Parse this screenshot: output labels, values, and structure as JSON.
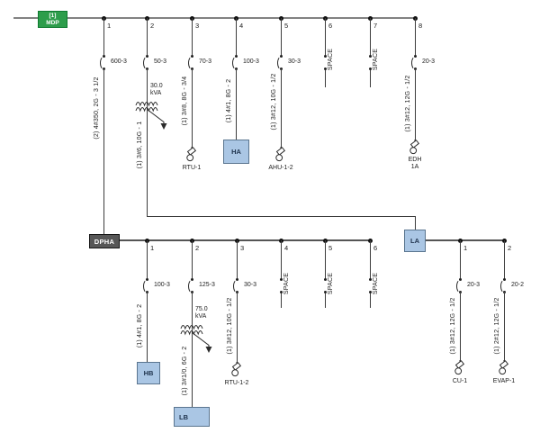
{
  "colors": {
    "mdp_green": "#2d9d4b",
    "mdp_border": "#0d7a2f",
    "panel_blue": "#aac6e4",
    "panel_border": "#5a758f",
    "panel_text": "#20344e",
    "dpha_gray": "#575757",
    "line": "#3c3c3c",
    "bus_gray": "#828282"
  },
  "mdp": {
    "tag": "[1]",
    "name": "MDP"
  },
  "dpha": {
    "name": "DPHA"
  },
  "la": {
    "name": "LA"
  },
  "top_feeders": [
    {
      "num": "1",
      "breaker": "600-3",
      "wire": "(2) 4#350, 2G - 3 1/2"
    },
    {
      "num": "2",
      "breaker": "50-3",
      "wire": "(1) 3#6, 10G - 1",
      "kva": "30.0\nkVA"
    },
    {
      "num": "3",
      "breaker": "70-3",
      "wire": "(1) 3#8, 8G - 3/4",
      "load": "RTU-1"
    },
    {
      "num": "4",
      "breaker": "100-3",
      "wire": "(1) 4#1, 8G - 2",
      "load": "HA"
    },
    {
      "num": "5",
      "breaker": "30-3",
      "wire": "(1) 3#12, 10G - 1/2",
      "load": "AHU-1-2"
    },
    {
      "num": "6",
      "breaker": "SPACE"
    },
    {
      "num": "7",
      "breaker": "SPACE"
    },
    {
      "num": "8",
      "breaker": "20-3",
      "wire": "(1) 3#12, 12G - 1/2",
      "load": "EDH\n1A"
    }
  ],
  "dpha_feeders": [
    {
      "num": "1",
      "breaker": "100-3",
      "wire": "(1) 4#1, 8G - 2",
      "load": "HB"
    },
    {
      "num": "2",
      "breaker": "125-3",
      "wire": "(1) 3#1/0, 6G - 2",
      "kva": "75.0\nkVA",
      "load": "LB"
    },
    {
      "num": "3",
      "breaker": "30-3",
      "wire": "(1) 3#12, 10G - 1/2",
      "load": "RTU-1-2"
    },
    {
      "num": "4",
      "breaker": "SPACE"
    },
    {
      "num": "5",
      "breaker": "SPACE"
    },
    {
      "num": "6",
      "breaker": "SPACE"
    }
  ],
  "la_feeders": [
    {
      "num": "1",
      "breaker": "20-3",
      "wire": "(1) 3#12, 12G - 1/2",
      "load": "CU-1"
    },
    {
      "num": "2",
      "breaker": "20-2",
      "wire": "(1) 2#12, 12G - 1/2",
      "load": "EVAP-1"
    }
  ]
}
